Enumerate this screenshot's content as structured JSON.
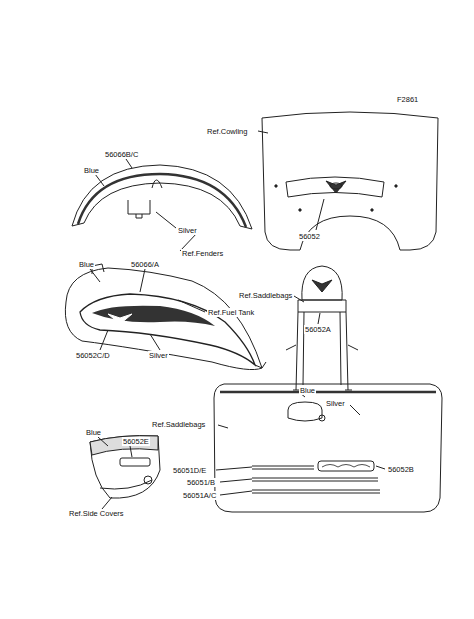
{
  "diagram": {
    "labels": [
      "F2861",
      "Ref.Cowling",
      "56066B/C",
      "Blue",
      "Silver",
      "Ref.Fenders",
      "56052",
      "Blue",
      "56066/A",
      "Ref.Saddlebags",
      "Ref.Fuel Tank",
      "56052A",
      "56052C/D",
      "Silver",
      "Blue",
      "Silver",
      "Ref.Saddlebags",
      "Blue",
      "56052E",
      "56052B",
      "56051D/E",
      "56051/B",
      "56051A/C",
      "Ref.Side Covers"
    ]
  }
}
